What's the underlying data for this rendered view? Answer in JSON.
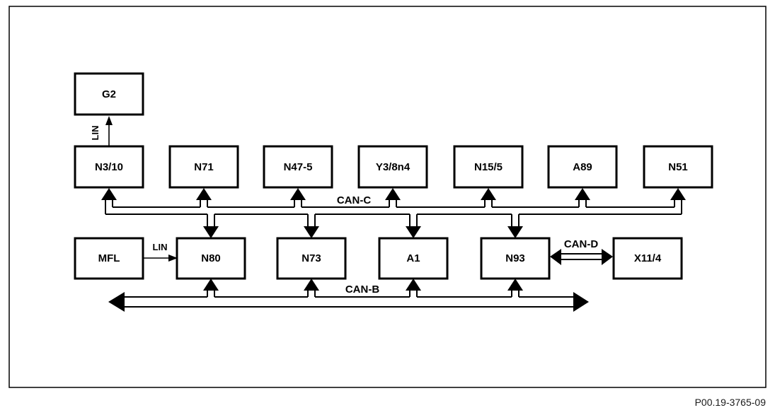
{
  "part_number": "P00.19-3765-09",
  "nodes": {
    "g2": {
      "label": "G2"
    },
    "n3_10": {
      "label": "N3/10"
    },
    "n71": {
      "label": "N71"
    },
    "n47_5": {
      "label": "N47-5"
    },
    "y3_8n4": {
      "label": "Y3/8n4"
    },
    "n15_5": {
      "label": "N15/5"
    },
    "a89": {
      "label": "A89"
    },
    "n51": {
      "label": "N51"
    },
    "mfl": {
      "label": "MFL"
    },
    "n80": {
      "label": "N80"
    },
    "n73": {
      "label": "N73"
    },
    "a1": {
      "label": "A1"
    },
    "n93": {
      "label": "N93"
    },
    "x11_4": {
      "label": "X11/4"
    }
  },
  "bus_labels": {
    "can_c": "CAN-C",
    "can_b": "CAN-B",
    "can_d": "CAN-D",
    "lin_g2": "LIN",
    "lin_mfl": "LIN"
  },
  "colors": {
    "line": "#000000",
    "background": "#ffffff"
  },
  "topology": {
    "can_c_nodes": [
      "N3/10",
      "N71",
      "N47-5",
      "Y3/8n4",
      "N15/5",
      "A89",
      "N51",
      "N80",
      "N73",
      "A1",
      "N93"
    ],
    "can_b_nodes": [
      "N80",
      "N73",
      "A1",
      "N93"
    ],
    "can_d_nodes": [
      "N93",
      "X11/4"
    ],
    "lin_links": [
      {
        "from": "N3/10",
        "to": "G2"
      },
      {
        "from": "MFL",
        "to": "N80"
      }
    ]
  }
}
